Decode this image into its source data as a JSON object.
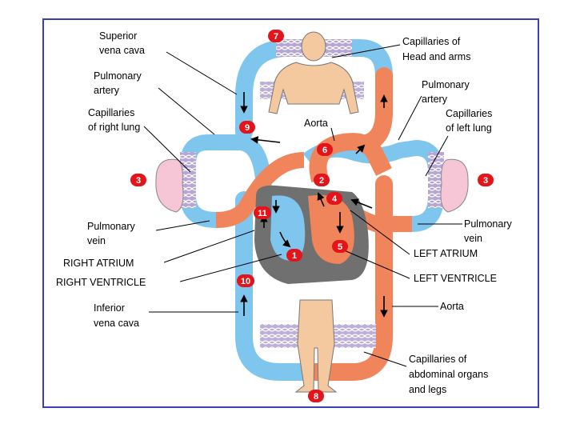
{
  "labels": {
    "superior_vena_cava": [
      "Superior",
      "vena cava"
    ],
    "capillaries_head_arms": [
      "Capillaries of",
      "Head and arms"
    ],
    "pulmonary_artery_left": [
      "Pulmonary",
      "artery"
    ],
    "pulmonary_artery_right": [
      "Pulmonary",
      "artery"
    ],
    "capillaries_right_lung": [
      "Capillaries",
      "of right lung"
    ],
    "capillaries_left_lung": [
      "Capillaries",
      "of left lung"
    ],
    "aorta_top": "Aorta",
    "pulmonary_vein_left": [
      "Pulmonary",
      "vein"
    ],
    "pulmonary_vein_right": [
      "Pulmonary",
      "vein"
    ],
    "right_atrium": "RIGHT ATRIUM",
    "right_ventricle": "RIGHT VENTRICLE",
    "left_atrium": "LEFT ATRIUM",
    "left_ventricle": "LEFT VENTRICLE",
    "inferior_vena_cava": [
      "Inferior",
      "vena cava"
    ],
    "aorta_bottom": "Aorta",
    "capillaries_abdominal": [
      "Capillaries of",
      "abdominal organs",
      "and legs"
    ]
  },
  "steps": [
    "1",
    "2",
    "3",
    "3",
    "4",
    "5",
    "6",
    "7",
    "8",
    "9",
    "10",
    "11"
  ],
  "colors": {
    "frame": "#3b3fb5",
    "deoxygenated": "#7fc6ef",
    "oxygenated": "#f0845a",
    "capillary": "#b6a6d4",
    "skin": "#f5c9a0",
    "lung": "#f7c6d6",
    "heart": "#707070",
    "badge": "#e3141a"
  }
}
